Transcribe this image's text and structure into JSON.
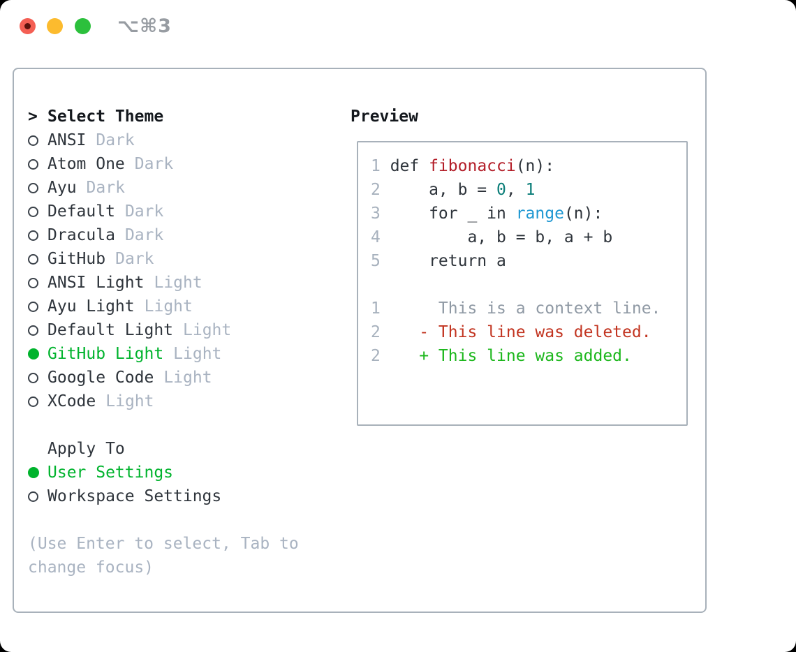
{
  "window": {
    "title": "⌥⌘3",
    "traffic_lights": [
      "close",
      "minimize",
      "zoom"
    ]
  },
  "panel": {
    "select_theme": {
      "prompt": ">",
      "title": "Select Theme"
    },
    "themes": [
      {
        "name": "ANSI",
        "type": "Dark",
        "selected": false
      },
      {
        "name": "Atom One",
        "type": "Dark",
        "selected": false
      },
      {
        "name": "Ayu",
        "type": "Dark",
        "selected": false
      },
      {
        "name": "Default",
        "type": "Dark",
        "selected": false
      },
      {
        "name": "Dracula",
        "type": "Dark",
        "selected": false
      },
      {
        "name": "GitHub",
        "type": "Dark",
        "selected": false
      },
      {
        "name": "ANSI Light",
        "type": "Light",
        "selected": false
      },
      {
        "name": "Ayu Light",
        "type": "Light",
        "selected": false
      },
      {
        "name": "Default Light",
        "type": "Light",
        "selected": false
      },
      {
        "name": "GitHub Light",
        "type": "Light",
        "selected": true
      },
      {
        "name": "Google Code",
        "type": "Light",
        "selected": false
      },
      {
        "name": "XCode",
        "type": "Light",
        "selected": false
      }
    ],
    "apply_to": {
      "heading": "Apply To",
      "options": [
        {
          "label": "User Settings",
          "selected": true
        },
        {
          "label": "Workspace Settings",
          "selected": false
        }
      ]
    },
    "hint": "(Use Enter to select, Tab to change focus)"
  },
  "preview": {
    "heading": "Preview",
    "code": [
      {
        "num": "1",
        "tokens": [
          {
            "t": "def ",
            "c": "code"
          },
          {
            "t": "fibonacci",
            "c": "func"
          },
          {
            "t": "(n):",
            "c": "code"
          }
        ]
      },
      {
        "num": "2",
        "tokens": [
          {
            "t": "    a, b = ",
            "c": "code"
          },
          {
            "t": "0",
            "c": "num"
          },
          {
            "t": ", ",
            "c": "code"
          },
          {
            "t": "1",
            "c": "num"
          }
        ]
      },
      {
        "num": "3",
        "tokens": [
          {
            "t": "    for _ in ",
            "c": "code"
          },
          {
            "t": "range",
            "c": "builtin"
          },
          {
            "t": "(n):",
            "c": "code"
          }
        ]
      },
      {
        "num": "4",
        "tokens": [
          {
            "t": "        a, b = b, a + b",
            "c": "code"
          }
        ]
      },
      {
        "num": "5",
        "tokens": [
          {
            "t": "    return a",
            "c": "code"
          }
        ]
      },
      {
        "num": "",
        "tokens": []
      },
      {
        "num": "1",
        "tokens": [
          {
            "t": "     This is a context line.",
            "c": "context"
          }
        ]
      },
      {
        "num": "2",
        "tokens": [
          {
            "t": "   - This line was deleted.",
            "c": "deleted"
          }
        ]
      },
      {
        "num": "2",
        "tokens": [
          {
            "t": "   + This line was added.",
            "c": "added"
          }
        ]
      }
    ]
  },
  "colors": {
    "selection_green": "#00b32d",
    "added_green": "#1cb71c",
    "deleted_red": "#c23420",
    "function_red": "#b31d28",
    "builtin_blue": "#1e97d2",
    "number_teal": "#0a7d78",
    "muted_gray": "#a9b3c1",
    "text_dark": "#2e343b",
    "close_red": "#f45f54",
    "minimize_yellow": "#fcbb2e",
    "zoom_green": "#2cc03c"
  }
}
